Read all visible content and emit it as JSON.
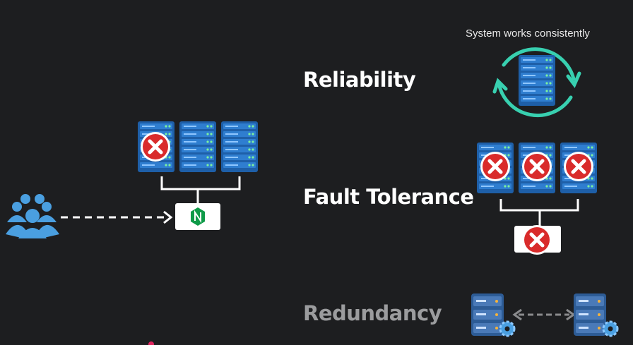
{
  "concepts": {
    "reliability": {
      "label": "Reliability",
      "caption": "System works consistently"
    },
    "fault_tolerance": {
      "label": "Fault Tolerance"
    },
    "redundancy": {
      "label": "Redundancy"
    }
  },
  "icons": {
    "users": "users-group-icon",
    "load_balancer": "nginx-logo-icon",
    "server": "server-rack-icon",
    "failure": "x-circle-icon",
    "sync": "sync-arrows-icon",
    "database": "database-server-icon",
    "settings": "gear-icon"
  },
  "colors": {
    "background": "#1d1e20",
    "server_blue": "#1e5fa8",
    "failure_red": "#d92b2b",
    "sync_teal": "#38d0b0",
    "user_blue": "#4a9fe0",
    "nginx_green": "#0f9a48"
  },
  "left_scenario": {
    "servers": 3,
    "failed_servers": 1
  },
  "fault_tolerance_scenario": {
    "servers": 3,
    "failed_servers": 3,
    "load_balancer_failed": true
  }
}
